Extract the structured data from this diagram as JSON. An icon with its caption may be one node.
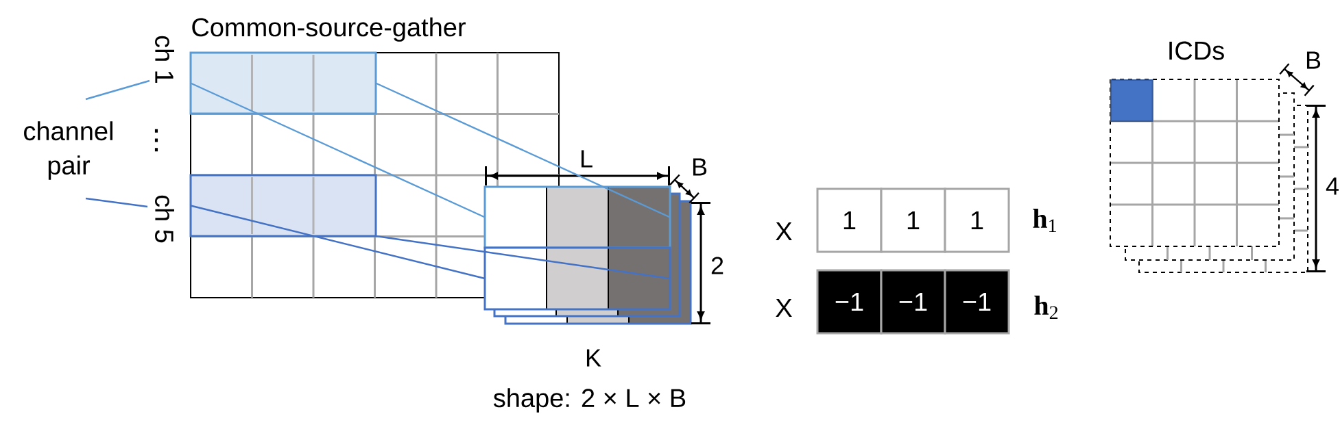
{
  "diagram": {
    "nodes": [
      {
        "text": [
          "Common-source-gather"
        ]
      },
      {
        "text": [],
        "shape": "box",
        "in": 0
      },
      {
        "text": [],
        "shape": "box",
        "in": 0
      },
      {
        "text": [
          "ch 1"
        ]
      },
      {
        "text": [
          "ch 5"
        ]
      },
      {
        "text": [
          "channel pair"
        ]
      },
      {
        "text": [],
        "shape": "box"
      },
      {
        "text": [],
        "shape": "box"
      },
      {
        "text": [
          "1"
        ]
      },
      {
        "text": [
          "1"
        ]
      },
      {
        "text": [
          "1"
        ]
      },
      {
        "text": [
          "−1"
        ]
      },
      {
        "text": [
          "−1"
        ]
      },
      {
        "text": [
          "−1"
        ]
      },
      {
        "text": [
          "ICDs"
        ]
      }
    ],
    "edges": [
      {
        "from": 5,
        "to": 3,
        "arrow": "none",
        "color": "#5b9bd5"
      },
      {
        "from": 5,
        "to": 4,
        "arrow": "none",
        "color": "#4472c4"
      },
      {
        "from": 1,
        "to": 6,
        "arrow": "none",
        "color": "#5b9bd5"
      },
      {
        "from": 1,
        "to": 6,
        "arrow": "none",
        "color": "#5b9bd5"
      },
      {
        "from": 2,
        "to": 7,
        "arrow": "none",
        "color": "#4472c4"
      },
      {
        "from": 2,
        "to": 7,
        "arrow": "none",
        "color": "#4472c4"
      }
    ],
    "labels": [
      "⋮",
      "L",
      "B",
      "2",
      "K",
      "shape: 2 × L × B",
      "X",
      "**h**$_{1}$",
      "X",
      "**h**$_{2}$",
      "B",
      "4"
    ]
  }
}
